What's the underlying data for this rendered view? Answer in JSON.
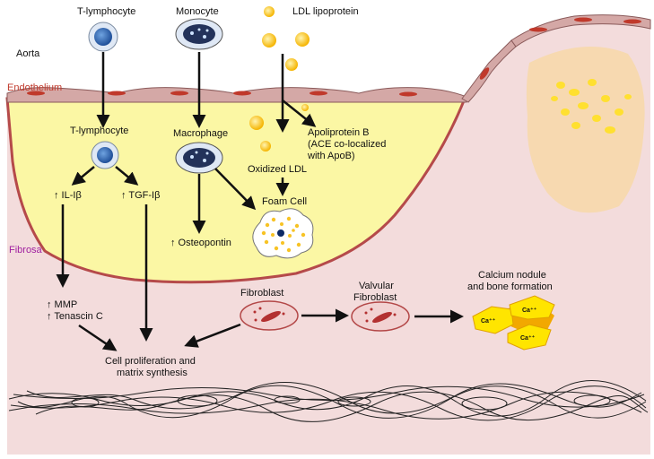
{
  "diagram": {
    "colors": {
      "tissue": "#f3dcdc",
      "lesion": "#fbf7a4",
      "lesion_border": "#b54a4a",
      "endothelium_label": "#c0392b",
      "fibrosa_label": "#a020a0",
      "calcium": "#ffd800",
      "lipid": "#f7c325"
    },
    "labels": {
      "aorta": "Aorta",
      "endothelium": "Endothelium",
      "fibrosa": "Fibrosa",
      "t_lymphocyte_top": "T-lymphocyte",
      "monocyte": "Monocyte",
      "ldl_lipoprotein": "LDL lipoprotein",
      "t_lymphocyte": "T-lymphocyte",
      "macrophage": "Macrophage",
      "apoB_1": "Apoliprotein B",
      "apoB_2": "(ACE co-localized",
      "apoB_3": "with ApoB)",
      "oxidized_ldl": "Oxidized LDL",
      "foam_cell": "Foam Cell",
      "il": "↑ IL-Iβ",
      "tgf": "↑ TGF-Iβ",
      "osteopontin": "↑ Osteopontin",
      "mmp": "↑ MMP",
      "tenascin": "↑ Tenascin C",
      "fibroblast": "Fibroblast",
      "valvular_1": "Valvular",
      "valvular_2": "Fibroblast",
      "calcium_1": "Calcium nodule",
      "calcium_2": "and bone formation",
      "cell_prolif_1": "Cell proliferation and",
      "cell_prolif_2": "matrix synthesis",
      "ca": "Ca⁺⁺"
    }
  }
}
